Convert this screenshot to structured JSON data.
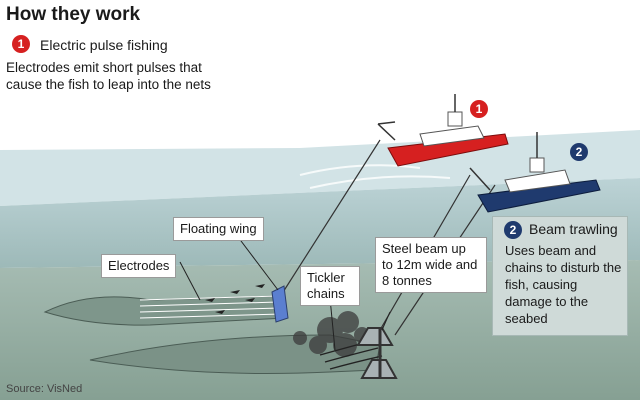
{
  "title": "How they work",
  "electric": {
    "number": "1",
    "heading": "Electric pulse fishing",
    "description": "Electrodes emit short pulses that cause the fish to leap into the nets"
  },
  "beam": {
    "number": "2",
    "heading": "Beam trawling",
    "description": "Uses beam and chains to disturb the fish, causing damage to the seabed"
  },
  "labels": {
    "floating_wing": "Floating wing",
    "electrodes": "Electrodes",
    "tickler_chains_1": "Tickler",
    "tickler_chains_2": "chains",
    "steel_beam": "Steel beam up to 12m wide and 8 tonnes"
  },
  "source": "Source: VisNed",
  "colors": {
    "sea_surface": "#cfe0e4",
    "sea_water": "#a9c5c6",
    "seabed": "#8ea79d",
    "red_accent": "#d62020",
    "navy_accent": "#1f3a6e"
  }
}
